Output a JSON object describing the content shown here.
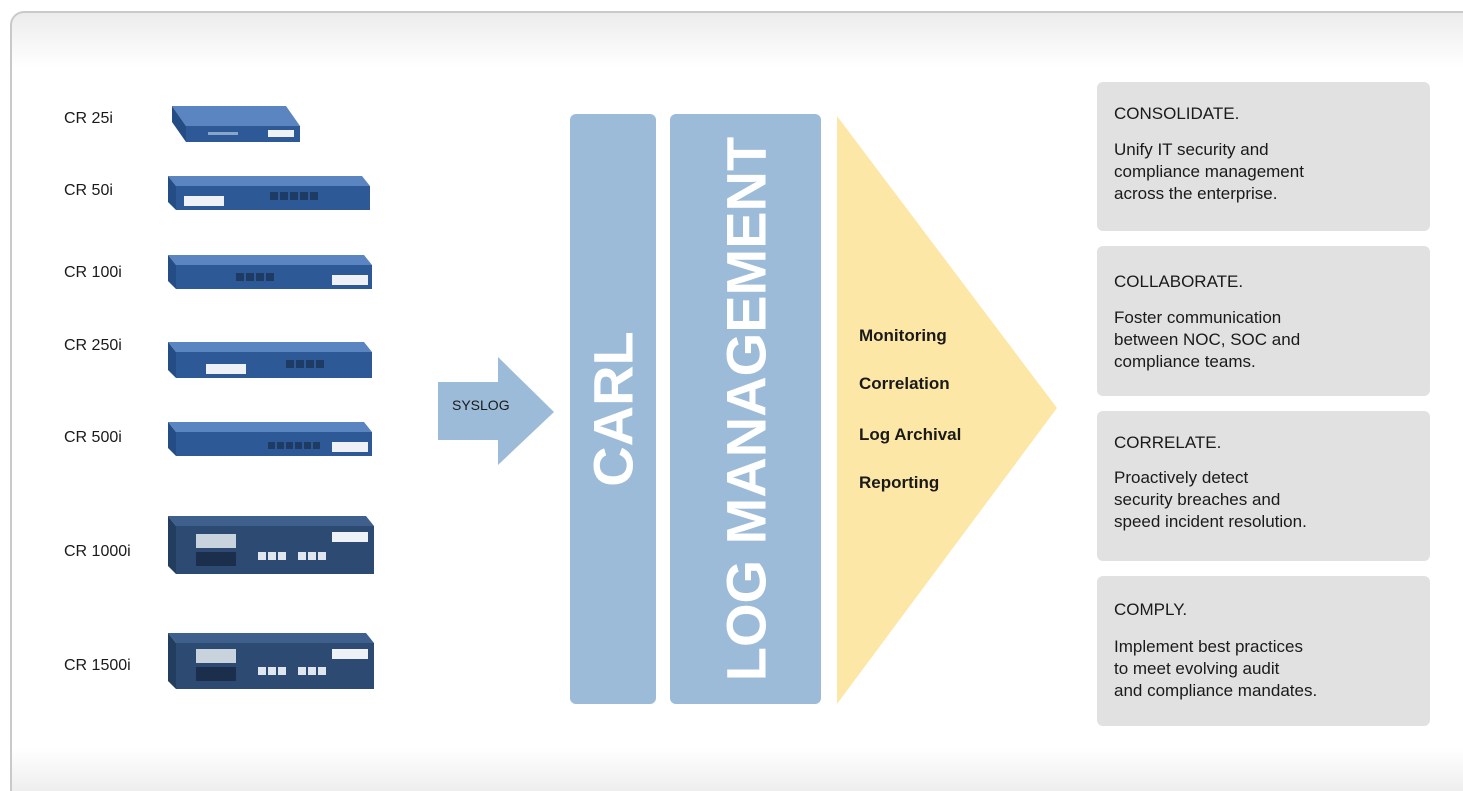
{
  "devices": [
    {
      "label": "CR 25i",
      "icon": "appliance-desktop-icon"
    },
    {
      "label": "CR 50i",
      "icon": "appliance-rack-icon"
    },
    {
      "label": "CR 100i",
      "icon": "appliance-rack-icon"
    },
    {
      "label": "CR 250i",
      "icon": "appliance-rack-icon"
    },
    {
      "label": "CR 500i",
      "icon": "appliance-rack-icon"
    },
    {
      "label": "CR 1000i",
      "icon": "appliance-rack-2u-icon"
    },
    {
      "label": "CR 1500i",
      "icon": "appliance-rack-2u-icon"
    }
  ],
  "syslog": {
    "label": "SYSLOG"
  },
  "bars": {
    "carl": "CARL",
    "log_management": "LOG MANAGEMENT"
  },
  "features": [
    "Monitoring",
    "Correlation",
    "Log Archival",
    "Reporting"
  ],
  "cards": [
    {
      "title": "CONSOLIDATE.",
      "body": "Unify IT security and\ncompliance management\nacross the enterprise."
    },
    {
      "title": "COLLABORATE.",
      "body": "Foster communication\nbetween NOC, SOC and\ncompliance teams."
    },
    {
      "title": "CORRELATE.",
      "body": "Proactively detect\nsecurity breaches and\nspeed incident resolution."
    },
    {
      "title": "COMPLY.",
      "body": "Implement best practices\nto meet evolving audit\nand compliance mandates."
    }
  ],
  "colors": {
    "bar_blue": "#9cbbd8",
    "funnel_yellow": "#fde7a6",
    "card_gray": "#e1e1e1",
    "device_blue": "#2d5a96"
  }
}
